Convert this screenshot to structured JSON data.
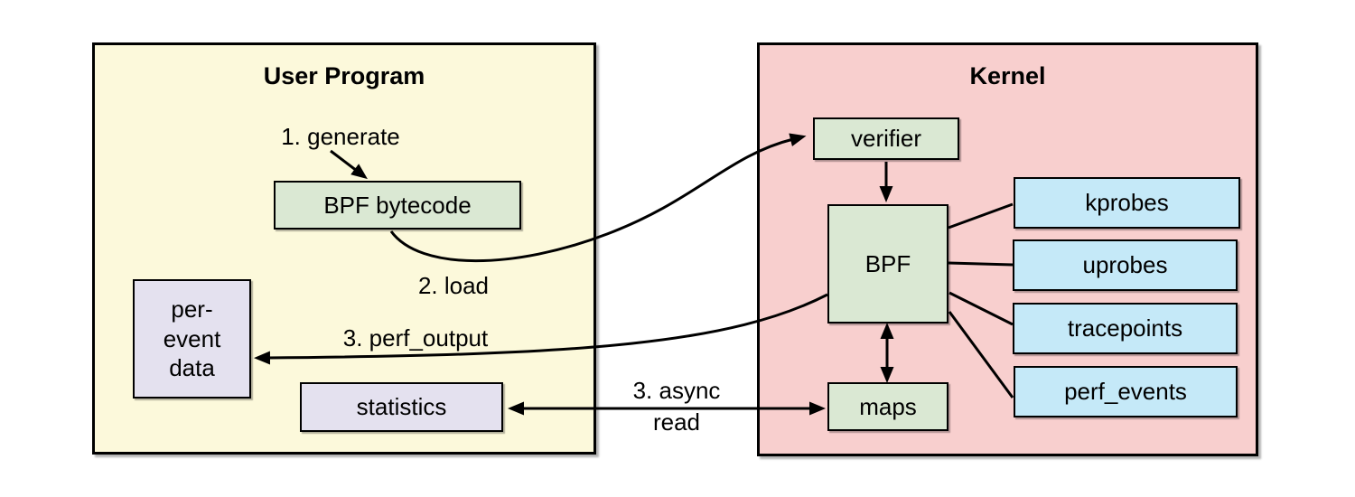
{
  "colors": {
    "user_program_bg": "#FCF9DB",
    "kernel_bg": "#F8CFCE",
    "process_box_bg": "#DAE8D3",
    "event_source_box_bg": "#C5E9F8",
    "output_box_bg": "#E4E1EF",
    "border_and_arrow": "#000000"
  },
  "user_program": {
    "title": "User Program",
    "bytecode_label": "BPF bytecode",
    "per_event_lines": [
      "per-",
      "event",
      "data"
    ],
    "statistics_label": "statistics"
  },
  "kernel": {
    "title": "Kernel",
    "verifier_label": "verifier",
    "bpf_label": "BPF",
    "maps_label": "maps",
    "event_sources": [
      "kprobes",
      "uprobes",
      "tracepoints",
      "perf_events"
    ]
  },
  "labels": {
    "step1": "1. generate",
    "step2": "2. load",
    "step3_perf": "3. perf_output",
    "step3_async_line1": "3. async",
    "step3_async_line2": "read"
  }
}
